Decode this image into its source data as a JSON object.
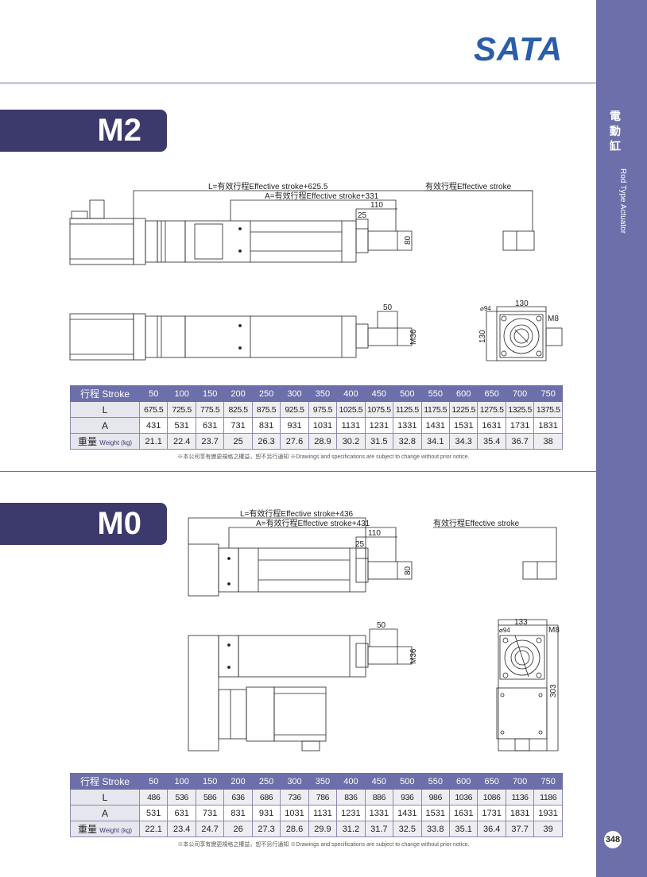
{
  "brand": {
    "logo": "SATA",
    "color": "#2a5ea8"
  },
  "sidebar": {
    "category_zh": "電動缸",
    "category_en": "Rod Type Actuator",
    "page_number": "348",
    "color": "#6c6fa9"
  },
  "sections": [
    {
      "model": "M2",
      "dims": {
        "L": "L=有效行程Effective stroke+625.5",
        "A": "A=有效行程Effective stroke+331",
        "d110": "110",
        "d25": "25",
        "d80": "80",
        "stroke": "有效行程Effective stroke",
        "d50": "50",
        "m36": "M36",
        "end_w": "130",
        "end_h": "130",
        "phi94": "⌀94",
        "m8": "M8"
      },
      "table": {
        "header": {
          "zh": "行程",
          "en": "Stroke"
        },
        "strokes": [
          "50",
          "100",
          "150",
          "200",
          "250",
          "300",
          "350",
          "400",
          "450",
          "500",
          "550",
          "600",
          "650",
          "700",
          "750"
        ],
        "L_label": "L",
        "L": [
          "675.5",
          "725.5",
          "775.5",
          "825.5",
          "875.5",
          "925.5",
          "975.5",
          "1025.5",
          "1075.5",
          "1125.5",
          "1175.5",
          "1225.5",
          "1275.5",
          "1325.5",
          "1375.5"
        ],
        "A_label": "A",
        "A": [
          "431",
          "531",
          "631",
          "731",
          "831",
          "931",
          "1031",
          "1131",
          "1231",
          "1331",
          "1431",
          "1531",
          "1631",
          "1731",
          "1831"
        ],
        "weight_zh": "重量",
        "weight_en": "Weight (kg)",
        "weight": [
          "21.1",
          "22.4",
          "23.7",
          "25",
          "26.3",
          "27.6",
          "28.9",
          "30.2",
          "31.5",
          "32.8",
          "34.1",
          "34.3",
          "35.4",
          "36.7",
          "38"
        ]
      },
      "note": "※本公司享有變更規格之權益，恕不另行通知 ※Drawings and specifications are subject to change without prior notice."
    },
    {
      "model": "M0",
      "dims": {
        "L": "L=有效行程Effective stroke+436",
        "A": "A=有效行程Effective stroke+431",
        "d110": "110",
        "d25": "25",
        "d80": "80",
        "stroke": "有效行程Effective stroke",
        "d50": "50",
        "m36": "M36",
        "end_w": "133",
        "end_h": "303",
        "phi94": "⌀94",
        "m8": "M8"
      },
      "table": {
        "header": {
          "zh": "行程",
          "en": "Stroke"
        },
        "strokes": [
          "50",
          "100",
          "150",
          "200",
          "250",
          "300",
          "350",
          "400",
          "450",
          "500",
          "550",
          "600",
          "650",
          "700",
          "750"
        ],
        "L_label": "L",
        "L": [
          "486",
          "536",
          "586",
          "636",
          "686",
          "736",
          "786",
          "836",
          "886",
          "936",
          "986",
          "1036",
          "1086",
          "1136",
          "1186"
        ],
        "A_label": "A",
        "A": [
          "531",
          "631",
          "731",
          "831",
          "931",
          "1031",
          "1131",
          "1231",
          "1331",
          "1431",
          "1531",
          "1631",
          "1731",
          "1831",
          "1931"
        ],
        "weight_zh": "重量",
        "weight_en": "Weight (kg)",
        "weight": [
          "22.1",
          "23.4",
          "24.7",
          "26",
          "27.3",
          "28.6",
          "29.9",
          "31.2",
          "31.7",
          "32.5",
          "33.8",
          "35.1",
          "36.4",
          "37.7",
          "39"
        ]
      },
      "note": "※本公司享有變更規格之權益，恕不另行通知 ※Drawings and specifications are subject to change without prior notice."
    }
  ]
}
